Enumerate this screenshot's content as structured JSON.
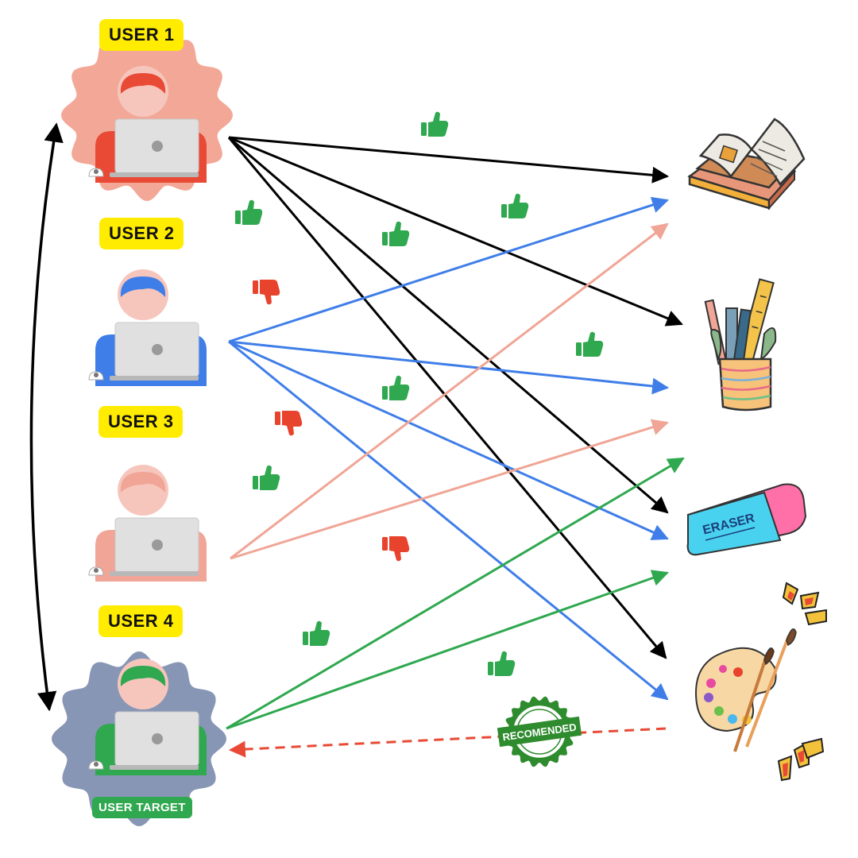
{
  "users": [
    {
      "label": "USER 1",
      "color": "#e84a35"
    },
    {
      "label": "USER 2",
      "color": "#3f7ee8"
    },
    {
      "label": "USER 3",
      "color": "#f0a596"
    },
    {
      "label": "USER 4",
      "color": "#2fa84f"
    }
  ],
  "target_label": "USER TARGET",
  "products": [
    {
      "name": "books",
      "icon": "books-icon"
    },
    {
      "name": "pencil-cup",
      "icon": "pencil-cup-icon"
    },
    {
      "name": "eraser",
      "icon": "eraser-icon",
      "text": "ERASER"
    },
    {
      "name": "palette",
      "icon": "palette-icon"
    }
  ],
  "stamp": {
    "text": "RECOMENDED",
    "color": "#2e8b2e"
  },
  "colors": {
    "user1_edges": "#000000",
    "user2_edges": "#3f7ee8",
    "user3_edges": "#f0a596",
    "user4_edges": "#2fa84f",
    "recommend_edge": "#e84a35",
    "like": "#2fa84f",
    "dislike": "#e8432d",
    "badge": "#ffec00"
  }
}
